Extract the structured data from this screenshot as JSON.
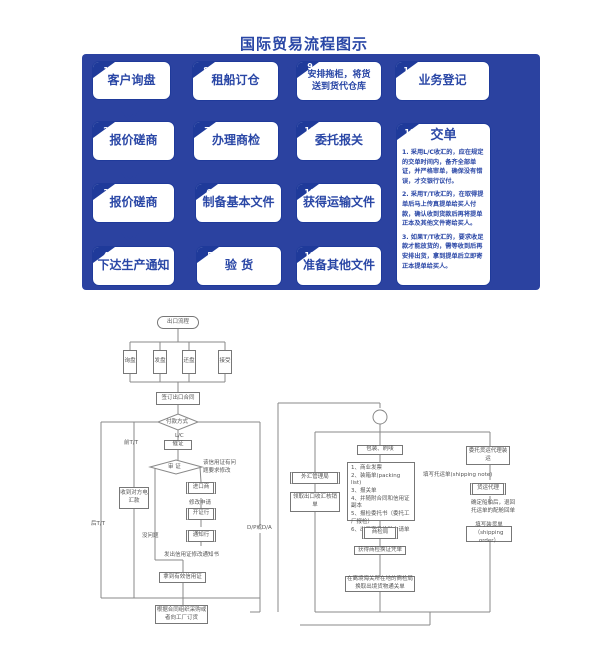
{
  "top_diagram": {
    "title": "国际贸易流程图示",
    "steps": [
      {
        "num": "1",
        "label": "客户询盘"
      },
      {
        "num": "2",
        "label": "报价磋商"
      },
      {
        "num": "3",
        "label": "报价磋商"
      },
      {
        "num": "4",
        "label": "下达生产通知"
      },
      {
        "num": "5",
        "label": "验 货"
      },
      {
        "num": "6",
        "label": "制备基本文件"
      },
      {
        "num": "7",
        "label": "办理商检"
      },
      {
        "num": "8",
        "label": "租船订仓"
      },
      {
        "num": "9",
        "label": "安排拖柜，将货送到货代仓库"
      },
      {
        "num": "10",
        "label": "委托报关"
      },
      {
        "num": "11",
        "label": "获得运输文件"
      },
      {
        "num": "12",
        "label": "准备其他文件"
      },
      {
        "num": "13",
        "label": "交单",
        "notes": [
          "1. 采用L/C收汇的，应在规定的交单时间内，备齐全部单证，并严格审单，确保没有错误，才交银行议付。",
          "2. 采用T/T收汇的，在取得提单后马上传真提单给买人付款，确认收到货款后再将提单正本及其他文件寄给买人。",
          "3. 如果T/T收汇的，要求收足款才能放货的，需等收到后再安排出货，拿到提单后立即寄正本提单给买人。"
        ]
      },
      {
        "num": "14",
        "label": "业务登记"
      }
    ]
  },
  "export_flow": {
    "start": "出口流程",
    "negotiation": [
      "询盘",
      "发盘",
      "还盘",
      "接受"
    ],
    "sign_contract": "签订出口合同",
    "payment_method": "付款方式",
    "lc_label": "L/C",
    "urge_lc": "催证",
    "review_lc": "审 证",
    "review_note": "该信用证有问题要求修改",
    "importer": "进口商",
    "amend_request": "修改申请",
    "issuing_bank": "开证行",
    "advising_bank": "通知行",
    "no_issue": "没问题",
    "amend_notice": "发出信用证修改通知书",
    "receive_lc": "拿到有效信用证",
    "prepaid_tt": "前T/T",
    "receive_tt": "收到对方电汇款",
    "post_tt": "后T/T",
    "dp_da": "D/P或D/A",
    "order_goods": "根据合同组织采购或者向工厂订货",
    "packing": "包装、刷唛",
    "fx_bureau": "外汇管理局",
    "get_verification": "领取出口收汇核销单",
    "docs_list": [
      "1、商业发票",
      "2、装箱单(packing list)",
      "3、报关单",
      "4、并随附合同和信用证副本",
      "5、报检委托书（委托工厂报检）",
      "6、出口商品检验申请单"
    ],
    "inspection_bureau": "商检局",
    "get_certificate": "获得商检换证凭单",
    "port_inspection": "在离境海关所在地的商检局换取出境货物通关单",
    "entrust_forwarder": "委托货运代理装运",
    "fill_shipping_note": "填写托运单(shipping note)",
    "forwarder": "货运代理",
    "confirm_booking": "确定船舶后，退回托运单的配舱回单",
    "shipping_order": "填写装货单（shipping order）"
  }
}
